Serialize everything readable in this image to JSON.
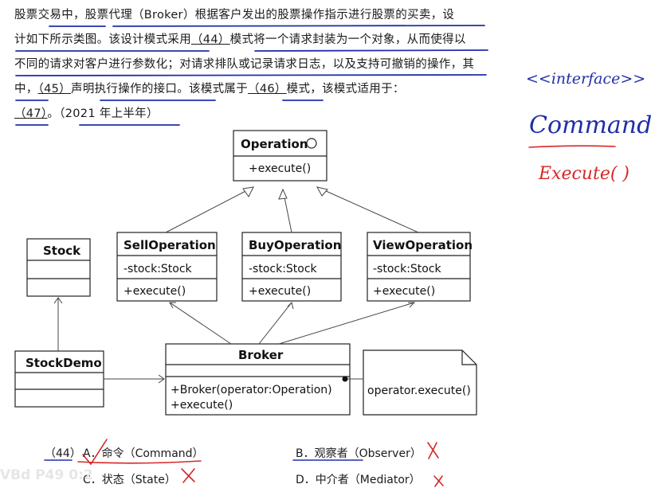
{
  "question": {
    "segments": [
      "股票交易中，股票代理（Broker）根据客户发出的股票操作指示进行股票的买卖，设",
      "计如下所示类图。该设计模式采用",
      "（44）",
      "模式将一个请求封装为一个对象，从而使得以",
      "不同的请求对客户进行参数化；对请求排队或记录请求日志，以及支持可撤销的操作，其",
      "中，",
      "（45）",
      "声明执行操作的接口。该模式属于",
      "（46）",
      "模式，该模式适用于：",
      "（47）",
      "。（2021 年上半年）"
    ]
  },
  "diagram": {
    "operation": {
      "name": "Operation",
      "method": "+execute()"
    },
    "sell": {
      "name": "SellOperation",
      "attr": "-stock:Stock",
      "method": "+execute()"
    },
    "buy": {
      "name": "BuyOperation",
      "attr": "-stock:Stock",
      "method": "+execute()"
    },
    "view": {
      "name": "ViewOperation",
      "attr": "-stock:Stock",
      "method": "+execute()"
    },
    "stock": {
      "name": "Stock"
    },
    "stockdemo": {
      "name": "StockDemo"
    },
    "broker": {
      "name": "Broker",
      "method1": "+Broker(operator:Operation)",
      "method2": "+execute()"
    },
    "note": {
      "text": "operator.execute()"
    }
  },
  "options": {
    "label": "（44）",
    "a": "A．命令（Command）",
    "b": "B．观察者（Observer）",
    "c": "C．状态（State）",
    "d": "D．中介者（Mediator）"
  },
  "annotations": {
    "interface": "<<interface>>",
    "command": "Command",
    "execute": "Execute( )"
  },
  "watermark": "VBd P49 0:2",
  "colors": {
    "ink_blue": "#1f2fa8",
    "ink_red": "#d62828"
  }
}
